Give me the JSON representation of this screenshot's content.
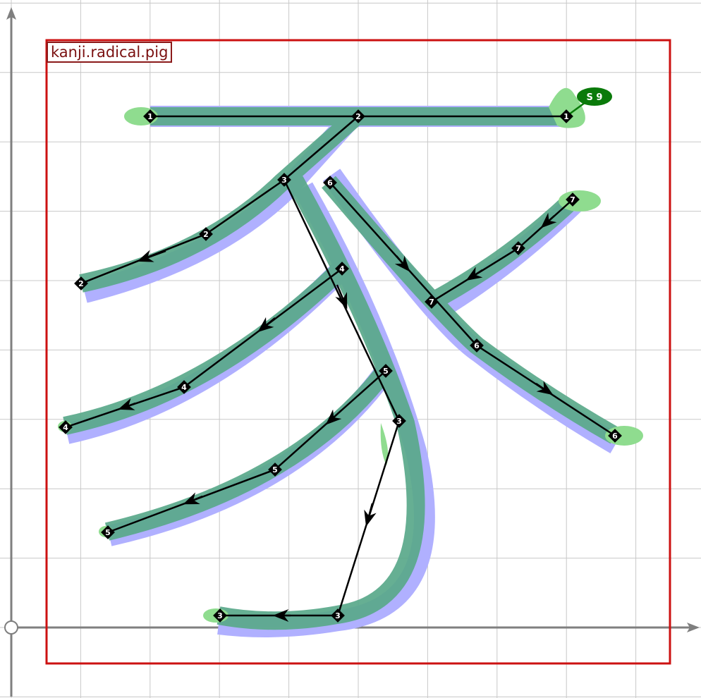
{
  "title": "kanji.radical.pig",
  "stroke_count_badge": "S 9",
  "colors": {
    "grid": "#c8c8c8",
    "axis": "#7f7f7f",
    "frame": "#cc1111",
    "title_text": "#7a1010",
    "shadow_stroke": "#b0b0ff",
    "main_stroke": "#5aa98a",
    "endpoint_blob": "#8fdc8f",
    "path_line": "#000000",
    "badge": "#0a7a0a"
  },
  "strokes": [
    {
      "id": 1,
      "label": "1"
    },
    {
      "id": 2,
      "label": "2"
    },
    {
      "id": 3,
      "label": "3"
    },
    {
      "id": 4,
      "label": "4"
    },
    {
      "id": 5,
      "label": "5"
    },
    {
      "id": 6,
      "label": "6"
    },
    {
      "id": 7,
      "label": "7"
    }
  ]
}
